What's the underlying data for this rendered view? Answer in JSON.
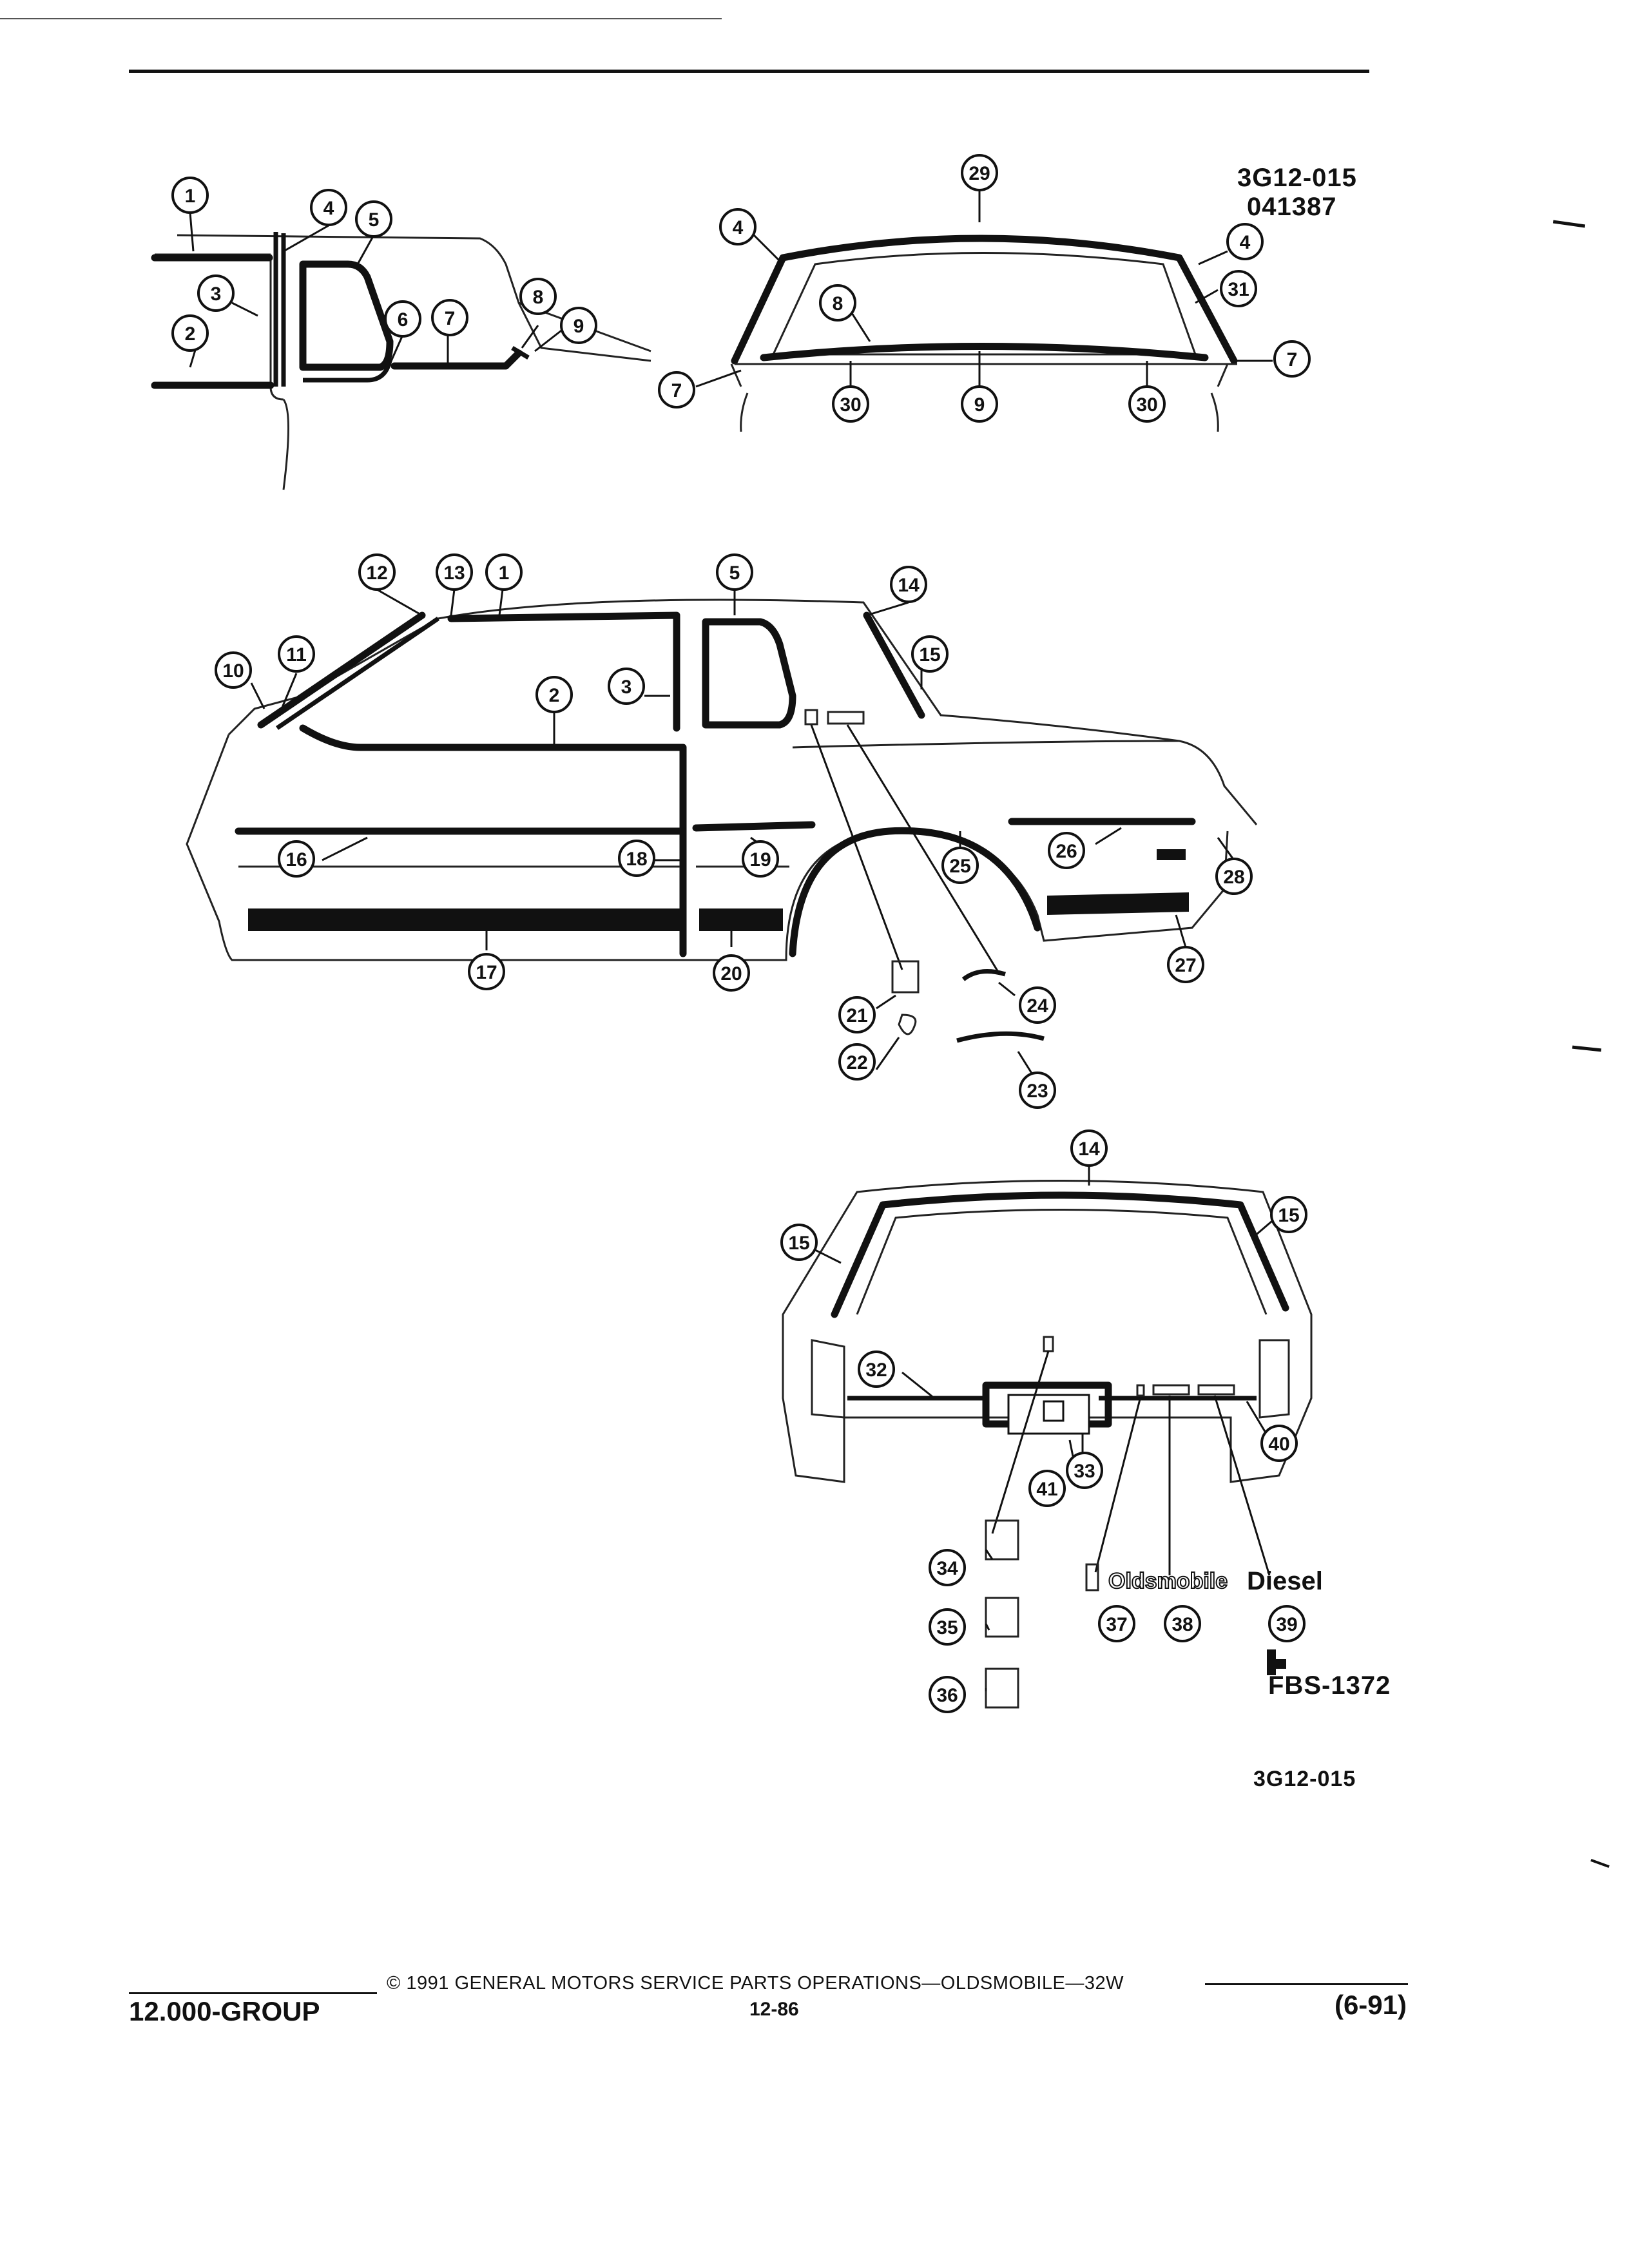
{
  "header": {
    "ref_code_top": "3G12-015",
    "ref_number_top": "041387",
    "ref_code_bottom": "3G12-015",
    "fbs_code": "FBS-1372"
  },
  "callouts": {
    "top_left": [
      "1",
      "2",
      "3",
      "4",
      "5",
      "6",
      "7",
      "8",
      "9"
    ],
    "top_right": [
      "4",
      "4",
      "7",
      "7",
      "8",
      "9",
      "29",
      "30",
      "30",
      "31"
    ],
    "side_view": [
      "1",
      "2",
      "3",
      "5",
      "10",
      "11",
      "12",
      "13",
      "14",
      "15",
      "16",
      "17",
      "18",
      "19",
      "20",
      "21",
      "22",
      "23",
      "24",
      "25",
      "26",
      "27",
      "28"
    ],
    "rear_view": [
      "14",
      "15",
      "15",
      "32",
      "33",
      "34",
      "35",
      "36",
      "37",
      "38",
      "39",
      "40",
      "41"
    ]
  },
  "emblems": {
    "oldsmobile": "Oldsmobile",
    "diesel": "Diesel"
  },
  "footer": {
    "copyright": "© 1991 GENERAL MOTORS SERVICE PARTS OPERATIONS—OLDSMOBILE—32W",
    "page": "12-86",
    "group": "12.000-GROUP",
    "date": "(6-91)"
  }
}
